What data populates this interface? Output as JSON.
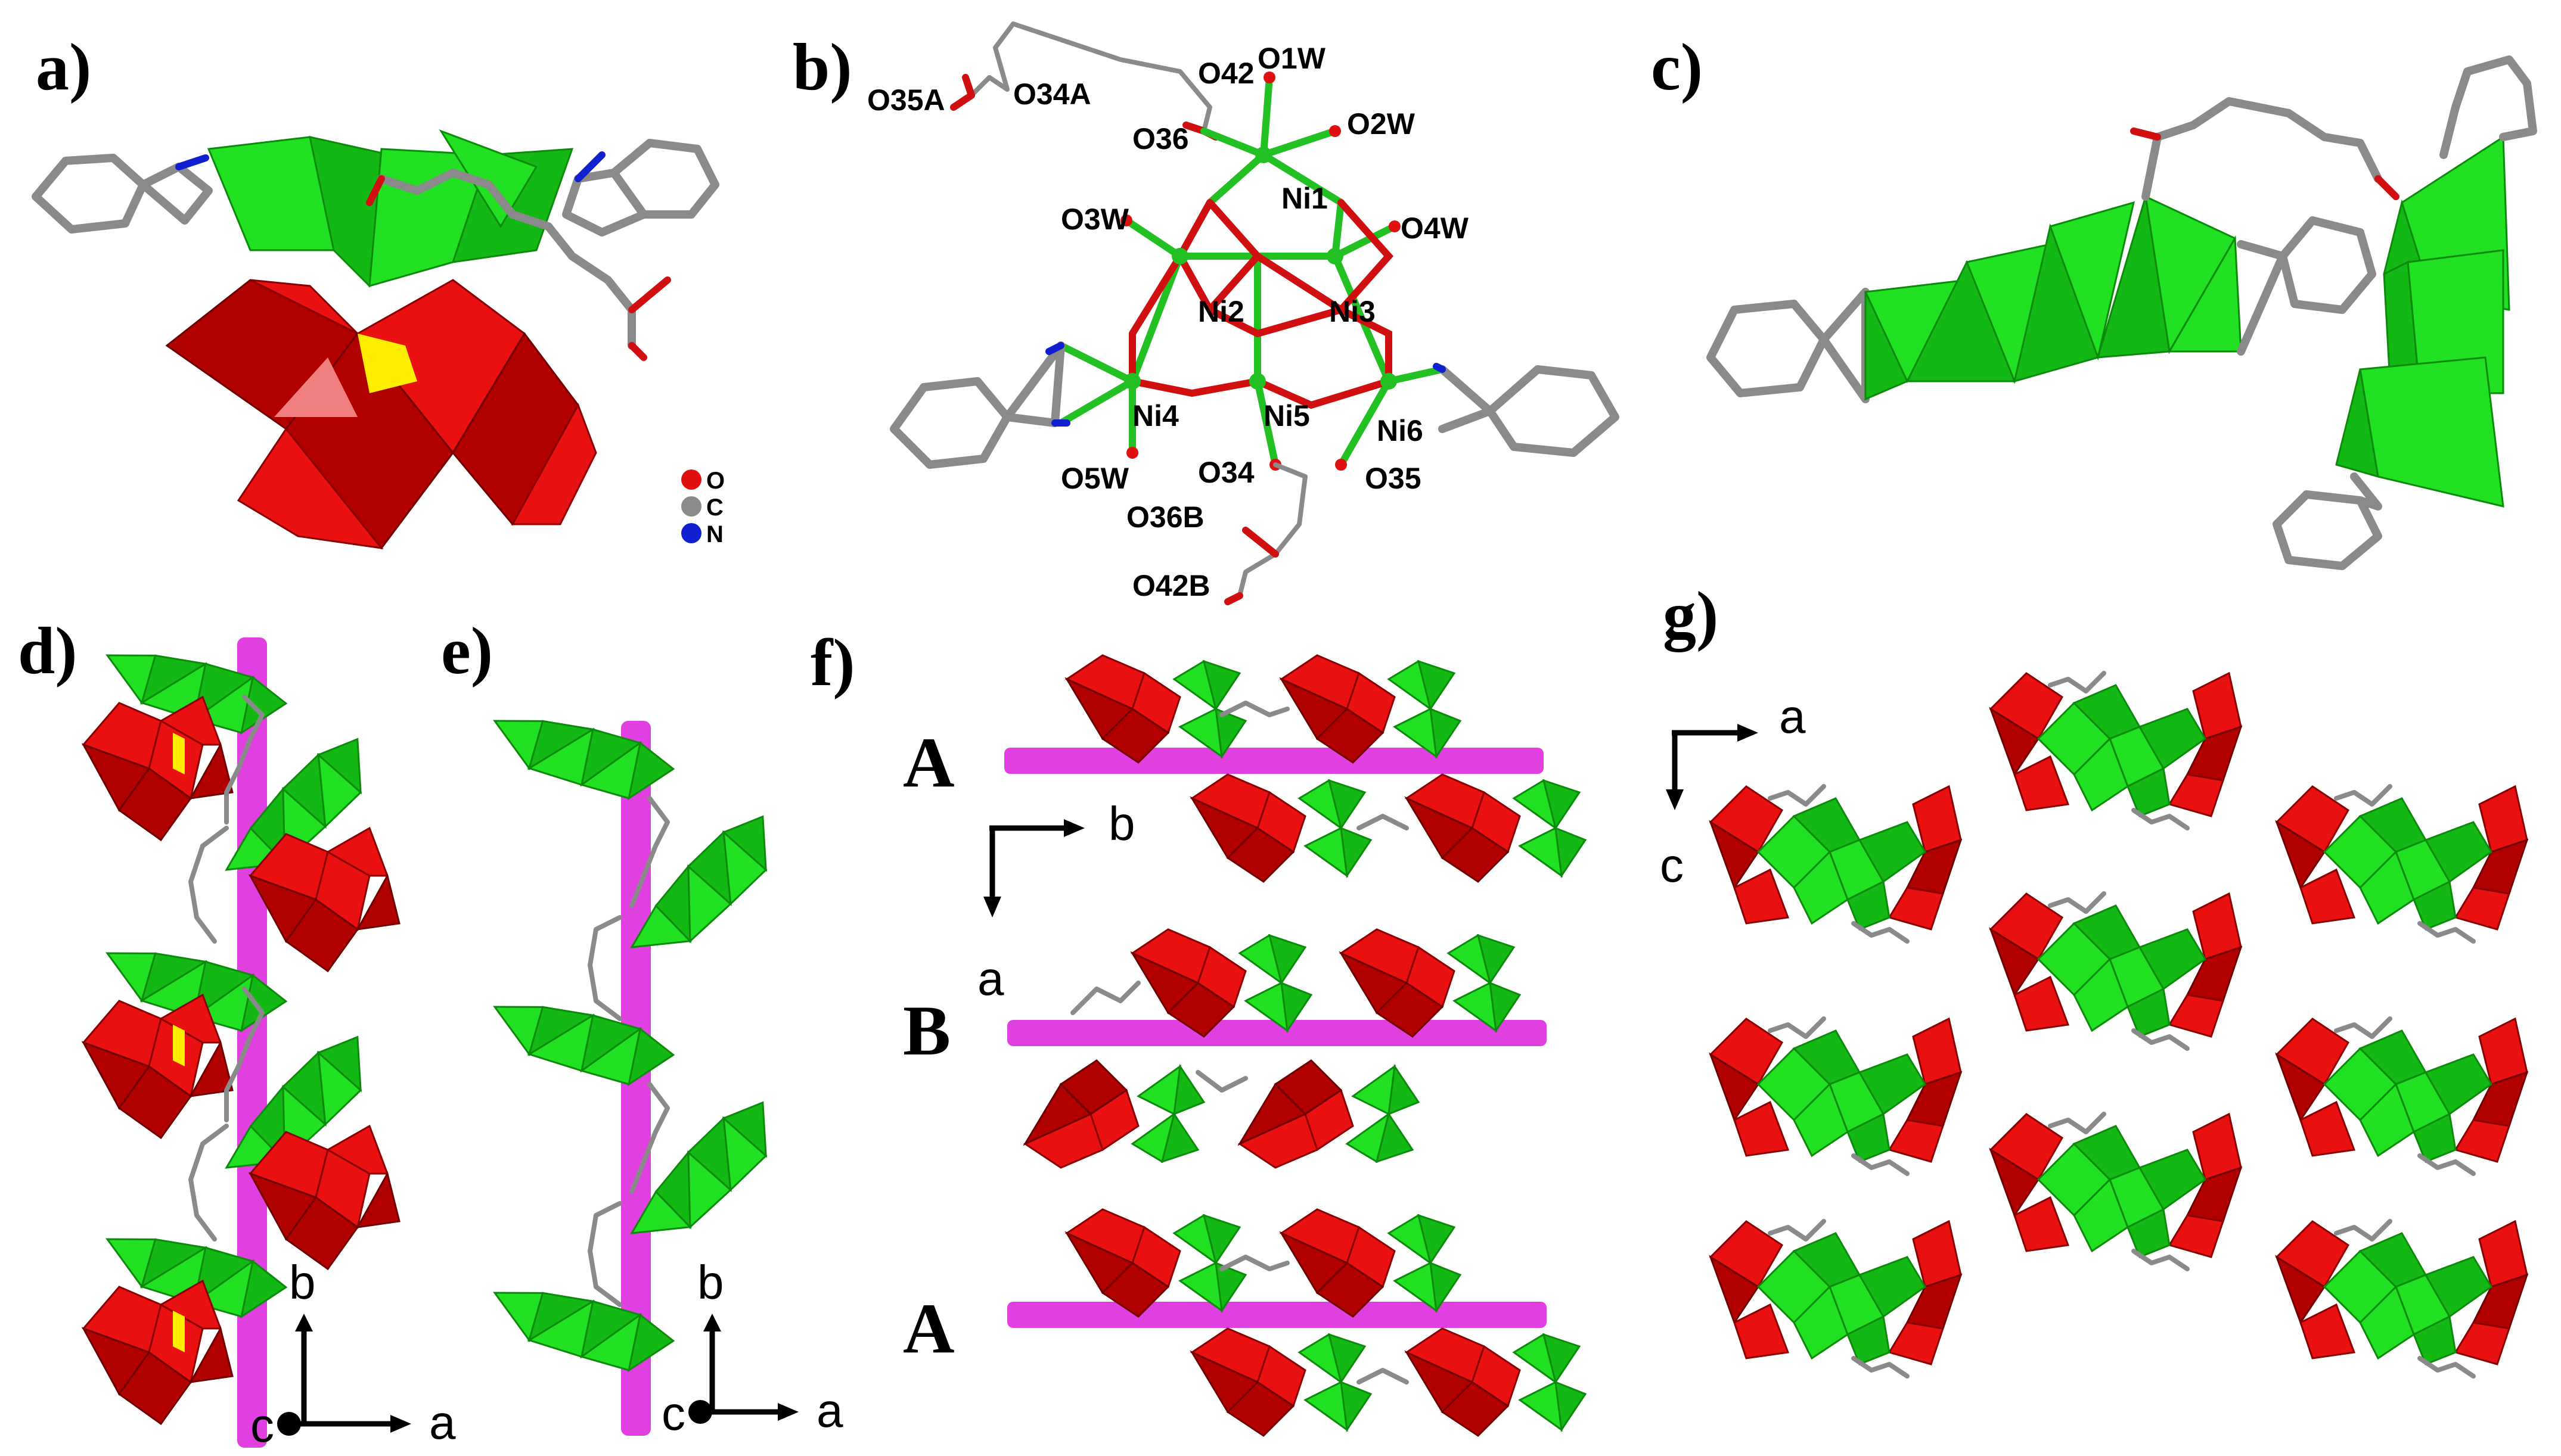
{
  "panels": {
    "a": "a)",
    "b": "b)",
    "c": "c)",
    "d": "d)",
    "e": "e)",
    "f": "f)",
    "g": "g)"
  },
  "legend": {
    "O": "O",
    "C": "C",
    "N": "N"
  },
  "colors": {
    "nickel_polyhedra": "#22e022",
    "tungsten_polyhedra": "#e81010",
    "oxygen": "#e01010",
    "carbon": "#8a8a8a",
    "nitrogen": "#1020d0",
    "rod": "#e040e0",
    "heteroatom": "#ffee00"
  },
  "atom_labels": {
    "O35A": "O35A",
    "O34A": "O34A",
    "O42": "O42",
    "O1W": "O1W",
    "O36": "O36",
    "O2W": "O2W",
    "O3W": "O3W",
    "Ni1": "Ni1",
    "O4W": "O4W",
    "Ni2": "Ni2",
    "Ni3": "Ni3",
    "Ni4": "Ni4",
    "Ni5": "Ni5",
    "Ni6": "Ni6",
    "O5W": "O5W",
    "O34": "O34",
    "O35": "O35",
    "O36B": "O36B",
    "O42B": "O42B"
  },
  "axes": {
    "d": {
      "x": "a",
      "y": "b",
      "z": "c"
    },
    "e": {
      "x": "a",
      "y": "b",
      "z": "c"
    },
    "f": {
      "x": "b",
      "y": "a"
    },
    "g": {
      "x": "a",
      "y": "c"
    }
  },
  "layers": [
    "A",
    "B",
    "A"
  ]
}
